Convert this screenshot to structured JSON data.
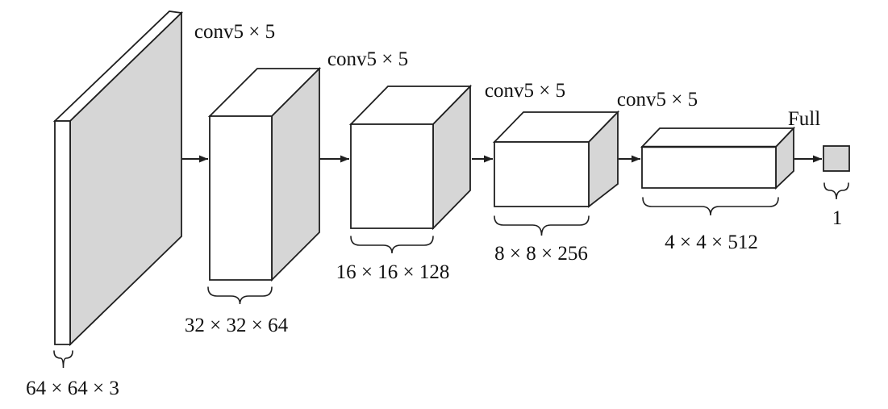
{
  "figure": {
    "kind": "cnn-architecture-diagram",
    "background": "#ffffff"
  },
  "colors": {
    "face_shaded": "#d6d6d6",
    "face_light": "#ffffff",
    "line": "#1f1f1f",
    "text": "#111111"
  },
  "layers": [
    {
      "id": "input",
      "size_label": "64 × 64 × 3"
    },
    {
      "id": "conv1",
      "op_label": "conv5 × 5",
      "size_label": "32 × 32 × 64"
    },
    {
      "id": "conv2",
      "op_label": "conv5 × 5",
      "size_label": "16 × 16 × 128"
    },
    {
      "id": "conv3",
      "op_label": "conv5 × 5",
      "size_label": "8 × 8 × 256"
    },
    {
      "id": "conv4",
      "op_label": "conv5 × 5",
      "size_label": "4 × 4 × 512"
    },
    {
      "id": "output",
      "op_label": "Full",
      "size_label": "1"
    }
  ]
}
